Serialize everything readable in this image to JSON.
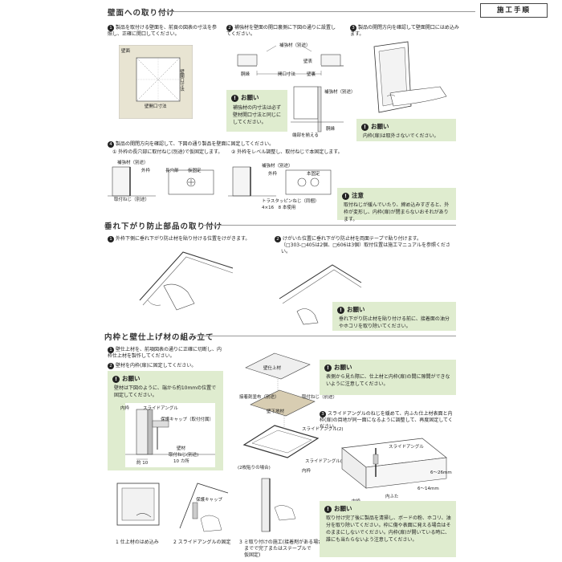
{
  "header": {
    "section1_title": "壁面への取り付け",
    "badge": "施工手順"
  },
  "section1": {
    "step1": "製品を取付ける壁面を、前頁の図表の寸法を参照し、正確に開口してください。",
    "step1_labels": {
      "wall": "壁面",
      "opening_h": "壁開口寸法",
      "opening_w": "壁開口寸法"
    },
    "step2": "補強材を壁面の開口裏側に下図の通りに設置してください。",
    "step2_labels": {
      "reinforce": "補強材（別途）",
      "wall_face": "壁表",
      "frame": "胴縁",
      "opening": "開口寸法",
      "wall_back": "壁裏",
      "reinforce2": "補強材（別途）",
      "align": "端部を揃える",
      "frame2": "胴縁"
    },
    "step3": "製品の開閉方向を確認して壁面開口にはめ込みます。",
    "note1_title": "お願い",
    "note1_text": "補強材の内寸法は必ず壁材開口寸法と同じにしてください。",
    "note2_title": "お願い",
    "note2_text": "内枠(扉)は取外さないでください。",
    "step4": "製品の開閉方向を確認して、下図の通り製品を壁面に固定してください。",
    "step4_sub1": "① 外枠の長穴部に取付ねじ(別途)で仮固定します。",
    "step4_sub2": "② 外枠をレベル調整し、取付ねじで本固定します。",
    "step4_labels": {
      "reinforce": "補強材（別途）",
      "outer": "外枠",
      "slot": "長穴部",
      "temp": "仮固定",
      "screw": "取付ねじ（別途）",
      "reinforce2": "補強材（別途）",
      "outer2": "外枠",
      "fixed": "本固定",
      "screws": "トラスタッピンねじ（同梱）",
      "screws2": "4×16　8 本使用"
    },
    "note3_title": "注意",
    "note3_text": "取付ねじが緩んでいたり、締め込みすぎると、外枠が変形し、内枠(扉)が閉まらないおそれがあります。"
  },
  "section2": {
    "title": "垂れ下がり防止部品の取り付け",
    "step1": "外枠下側に垂れ下がり防止材を貼り付ける位置をけがきます。",
    "step2": "けがいた位置に垂れ下がり防止材を両面テープで貼り付けます。",
    "step2b": "（□303-□405は2個、□606は3個）取付位置は施工マニュアルを参照ください。",
    "note_title": "お願い",
    "note_text": "垂れ下がり防止材を貼り付ける前に、接着面の油分やホコリを取り除いてください。"
  },
  "section3": {
    "title": "内枠と壁仕上げ材の組み立て",
    "step1": "壁仕上材を、前項図表の通りに正確に切断し、内枠仕上材を製作してください。",
    "step2": "壁材を内枠(扉)に固定してください。",
    "note1_title": "お願い",
    "note1_text": "壁材は下図のように、端から約10mmの位置で固定してください。",
    "detail_labels": {
      "inner": "内枠",
      "slide": "スライドアングル",
      "cap": "保護キャップ（取付付属）",
      "wall": "壁材",
      "screw": "取付ねじ(別途)",
      "count": "10 カ所",
      "dist": "約 10"
    },
    "explode_labels": {
      "finish": "壁仕上材",
      "adhesive": "接着剤塗布（別途）",
      "screw": "取付ねじ（別途）",
      "base": "壁下地材",
      "slide2": "スライドアングル(2)",
      "slide1": "スライドアングル(1)",
      "inner": "内枠",
      "bond": "(2枚貼りの場合)"
    },
    "note2_title": "お願い",
    "note2_text": "表側から見た際に、仕上材と内枠(扉)の間に隙間ができないように注意してください。",
    "step3": "スライドアングルのねじを緩めて、内ふた仕上材表面と内枠(扉)の目地が同一面になるように調整して、再度固定してください。",
    "step3_labels": {
      "slide": "スライドアングル",
      "gap1": "6～26mm",
      "gap2": "6～14mm",
      "lid": "内ふた",
      "inner": "内枠"
    },
    "note3_title": "お願い",
    "note3_text": "取り付け完了後に製品を清掃し、ボードの粉、ホコリ、油分を取り除いてください。枠に傷や表面に発える場合はそのままにしないでください。内枠(扉)が開いている時に、誰にも当たらないよう注意してください。",
    "thumbs": [
      {
        "cap": "1 仕上材のはめ込み"
      },
      {
        "cap": "2 スライドアングルの固定",
        "label": "保護キャップ"
      },
      {
        "cap": "3 ミ取り付けの施工(接着剤がある場合)",
        "cap2": "までで完了またはステープルで",
        "cap3": "仮固定)"
      }
    ]
  }
}
